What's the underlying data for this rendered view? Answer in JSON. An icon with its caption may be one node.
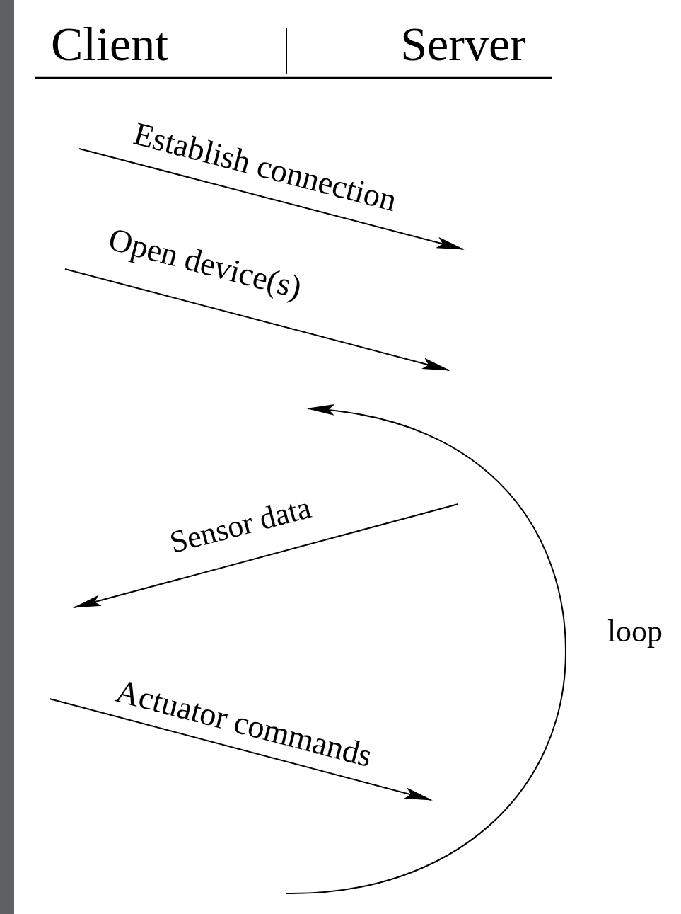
{
  "diagram": {
    "labels": [
      "Client",
      "Server",
      "Establish connection",
      "Open device(s)",
      "Sensor data",
      "Actuator commands",
      "loop"
    ]
  }
}
